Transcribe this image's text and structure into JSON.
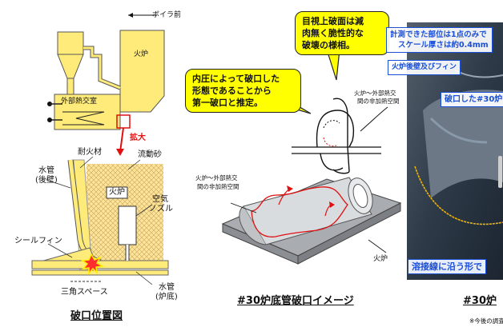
{
  "diagram": {
    "boiler_front_label": "ボイラ前",
    "furnace_label": "火炉",
    "external_hx_label": "外部熱交室",
    "enlarge_label": "拡大",
    "refractory_label": "耐火材",
    "fluid_sand_label": "流動砂",
    "water_tube_rear_label_1": "水管",
    "water_tube_rear_label_2": "(後壁)",
    "furnace_inner_label": "火炉",
    "air_nozzle_label_1": "空気",
    "air_nozzle_label_2": "ノズル",
    "seal_fin_label": "シールフィン",
    "triangle_space_label": "三角スペース",
    "water_tube_bottom_label_1": "水管",
    "water_tube_bottom_label_2": "(炉底)",
    "left_caption": "破口位置図"
  },
  "middle": {
    "callout_internal_pressure_1": "内圧によって破口した",
    "callout_internal_pressure_2": "形態であることから",
    "callout_internal_pressure_3": "第一破口と推定。",
    "callout_brittle_1": "目視上破面は減",
    "callout_brittle_2": "肉無く脆性的な",
    "callout_brittle_3": "破壊の様相。",
    "space_label_top_1": "火炉～外部熱交",
    "space_label_top_2": "間の非加熱空間",
    "space_label_left_1": "火炉～外部熱交",
    "space_label_left_2": "間の非加熱空間",
    "furnace_label": "火炉",
    "caption": "#30炉底管破口イメージ"
  },
  "photo": {
    "note_1": "計測できた部位は1点のみで",
    "note_2": "スケール厚さは約0.4mm",
    "rear_wall_fin_label": "火炉後壁及びフィン",
    "fracture_label": "破口した#30炉",
    "weld_label": "溶接線に沿う形で",
    "caption": "#30炉",
    "footnote": "※今後の調査"
  },
  "colors": {
    "yellow_fill": "#ffeb7a",
    "sand_fill": "#fde49a",
    "callout_yellow": "#ffff00",
    "highlight_red": "#e01010",
    "blue_label": "#1a4fd8",
    "photo_dark": "#2d3a48"
  }
}
